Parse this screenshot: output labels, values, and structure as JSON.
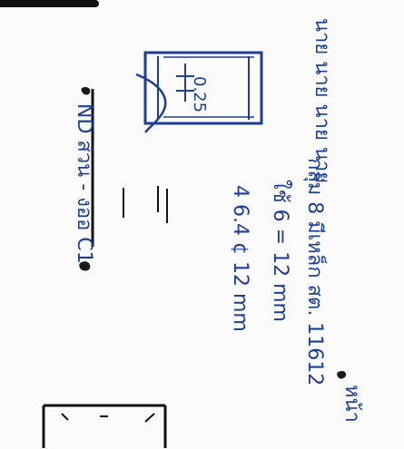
{
  "document": {
    "header_line": "นาย นาย นาย นาย",
    "subject_line": "กลุ่ม 8 มีเหล็ก สต. 11612",
    "diameter_spec": "ใช้ 6 = 12 mm",
    "bars_spec": "4 6.4 ¢ 12 mm",
    "dimension_label": "0.25",
    "section_label": "ND ส่วน - งออ C1",
    "corner_label": "หน้า"
  },
  "colors": {
    "ink": "#1f3f93",
    "ink_dark": "#1a1a1a",
    "paper": "#fbfbfb"
  }
}
